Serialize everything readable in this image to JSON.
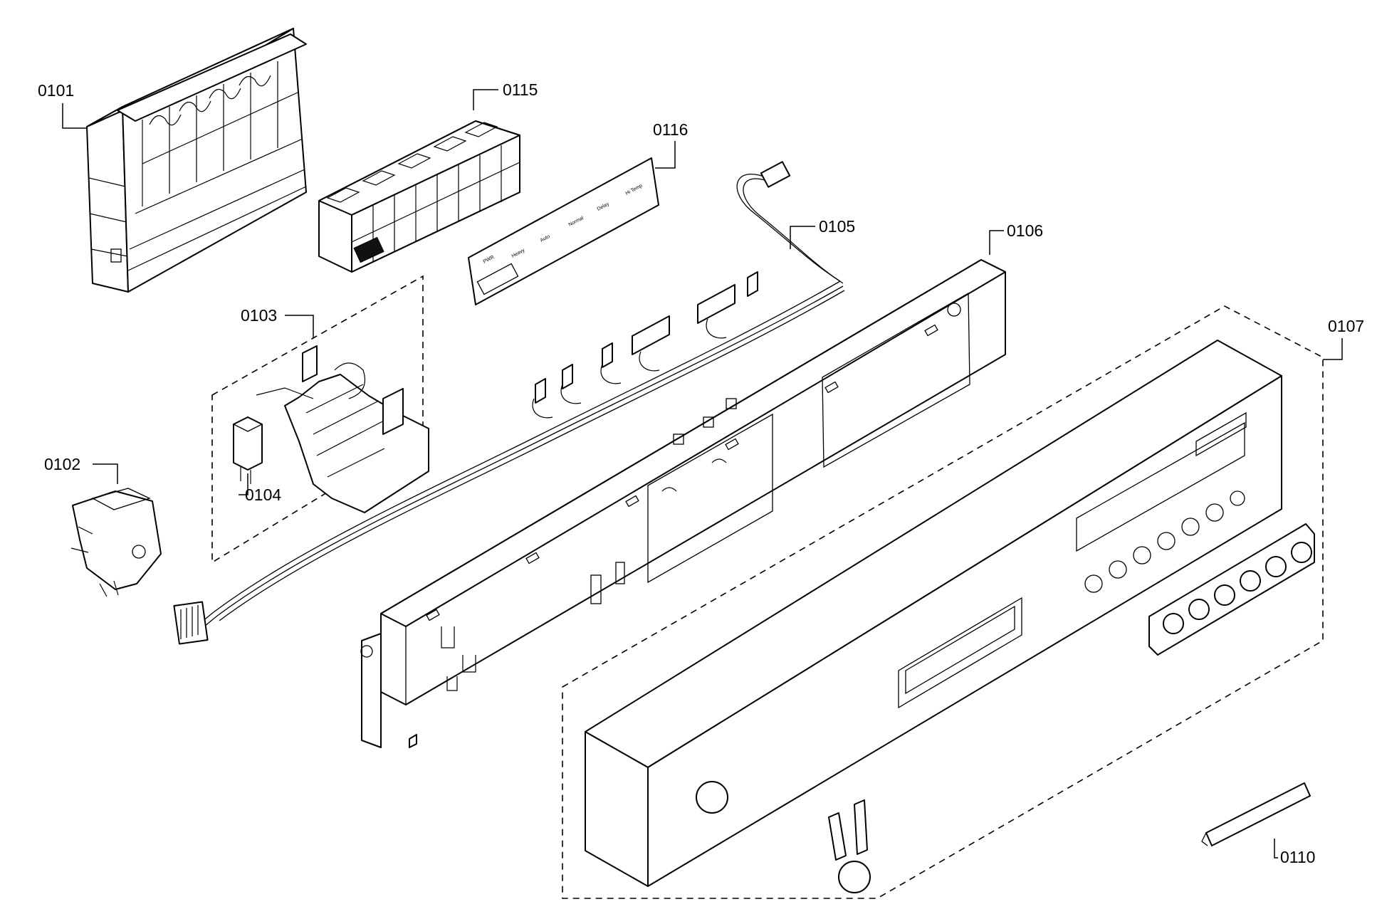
{
  "diagram": {
    "callouts": [
      {
        "id": "0101",
        "label": "0101"
      },
      {
        "id": "0115",
        "label": "0115"
      },
      {
        "id": "0116",
        "label": "0116"
      },
      {
        "id": "0105",
        "label": "0105"
      },
      {
        "id": "0106",
        "label": "0106"
      },
      {
        "id": "0103",
        "label": "0103"
      },
      {
        "id": "0107",
        "label": "0107"
      },
      {
        "id": "0102",
        "label": "0102"
      },
      {
        "id": "0104",
        "label": "0104"
      },
      {
        "id": "0110",
        "label": "0110"
      }
    ]
  }
}
